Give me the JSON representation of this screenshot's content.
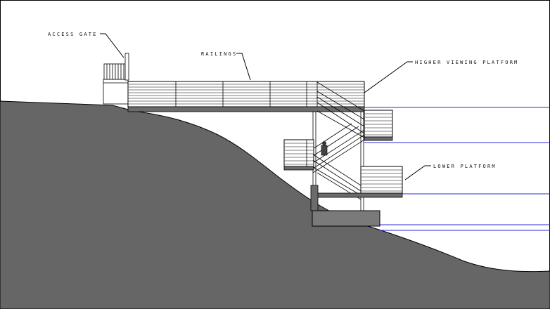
{
  "labels": {
    "access_gate": "ACCESS GATE",
    "railings": "RAILINGS",
    "higher_platform": "HIGHER VIEWING PLATFORM",
    "lower_platform": "LOWER PLATFORM"
  },
  "colors": {
    "ground": "#666666",
    "deck": "#6b6b6b",
    "water_line": "#2a2ad8",
    "ink": "#000000"
  }
}
